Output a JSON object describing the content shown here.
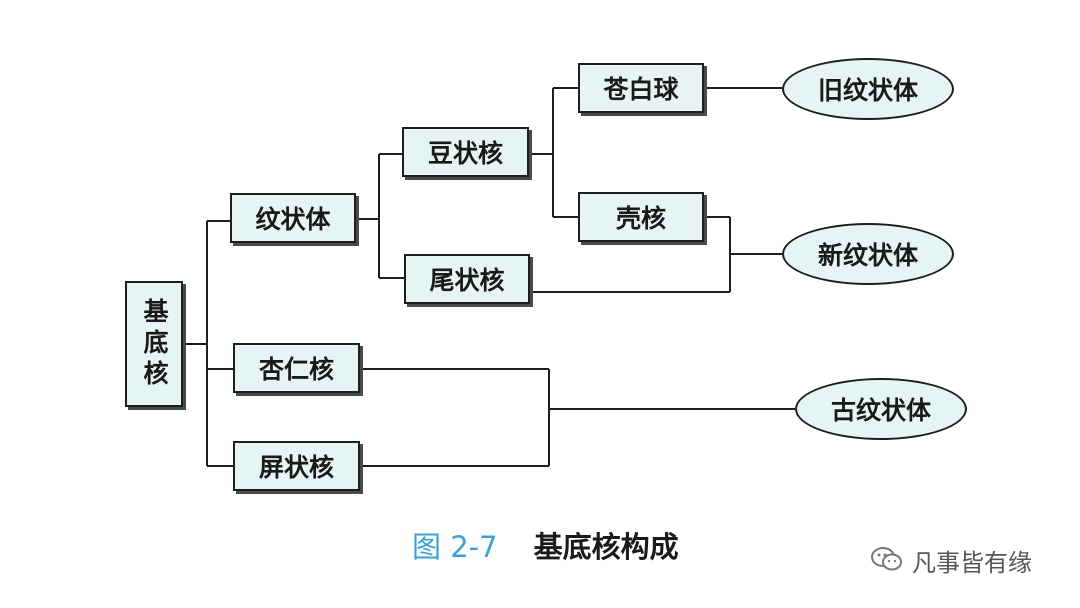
{
  "diagram": {
    "nodes": {
      "root": "基底核",
      "striatum": "纹状体",
      "lentiform": "豆状核",
      "globus_pallidus": "苍白球",
      "putamen": "壳核",
      "caudate": "尾状核",
      "amygdala": "杏仁核",
      "claustrum": "屏状核"
    },
    "groups": {
      "paleostriatum": "旧纹状体",
      "neostriatum": "新纹状体",
      "archistriatum": "古纹状体"
    },
    "edges": [
      [
        "基底核",
        "纹状体"
      ],
      [
        "基底核",
        "杏仁核"
      ],
      [
        "基底核",
        "屏状核"
      ],
      [
        "纹状体",
        "豆状核"
      ],
      [
        "纹状体",
        "尾状核"
      ],
      [
        "豆状核",
        "苍白球"
      ],
      [
        "豆状核",
        "壳核"
      ],
      [
        "苍白球",
        "旧纹状体"
      ],
      [
        "壳核",
        "新纹状体"
      ],
      [
        "尾状核",
        "新纹状体"
      ],
      [
        "杏仁核",
        "古纹状体"
      ],
      [
        "屏状核",
        "古纹状体"
      ]
    ]
  },
  "caption": {
    "figure_number": "图 2-7",
    "title": "基底核构成"
  },
  "watermark": {
    "text": "凡事皆有缘",
    "icon": "wechat-icon"
  },
  "colors": {
    "node_fill": "#e6f4f3",
    "line": "#1e1e1e",
    "caption_number": "#3aa0d6"
  }
}
